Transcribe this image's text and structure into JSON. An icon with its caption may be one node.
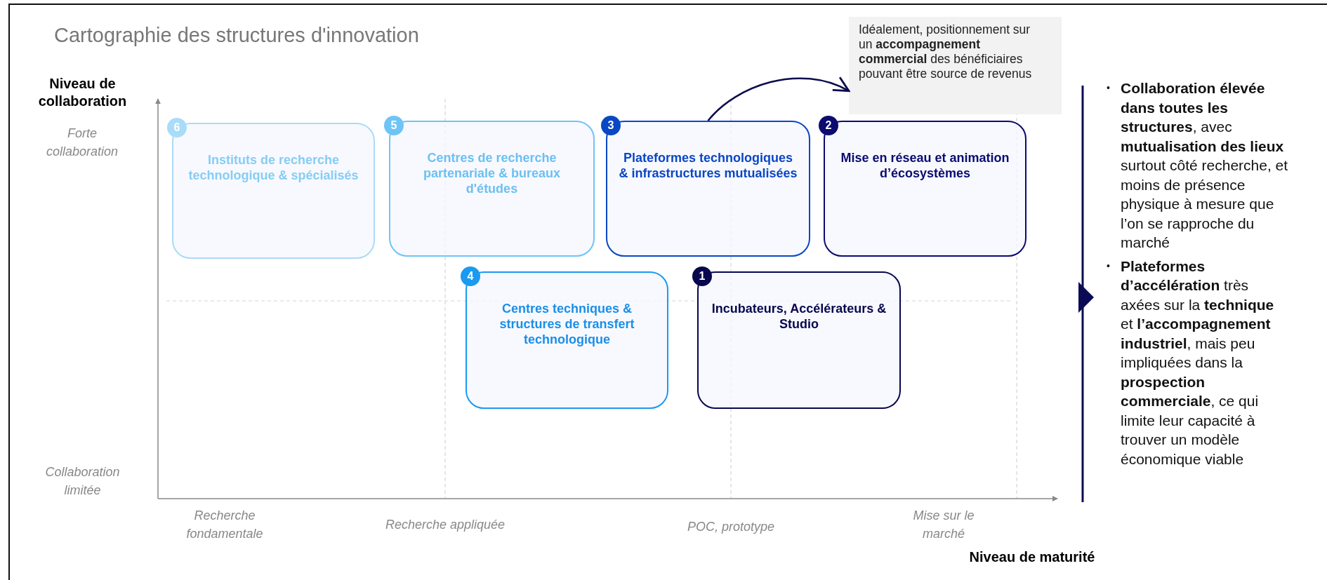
{
  "diagram": {
    "title": "Cartographie des structures d'innovation",
    "nodes": [
      {
        "text": [
          "Idéalement, positionnement sur un **accompagnement commercial** des bénéficiaires pouvant être source de revenus"
        ]
      },
      {
        "text": [
          "6",
          "Instituts de recherche technologique & spécialisés"
        ]
      },
      {
        "text": [
          "5",
          "Centres de recherche partenariale & bureaux d'études"
        ]
      },
      {
        "text": [
          "3",
          "Plateformes technologiques & infrastructures mutualisées"
        ]
      },
      {
        "text": [
          "2",
          "Mise en réseau et animation d’écosystèmes"
        ]
      },
      {
        "text": [
          "4",
          "Centres techniques & structures de transfert technologique"
        ]
      },
      {
        "text": [
          "1",
          "Incubateurs, Accélérateurs & Studio"
        ]
      }
    ],
    "edges": [
      {
        "from": 3,
        "to": 0,
        "arrow": "to"
      }
    ],
    "labels": [
      "Niveau de collaboration",
      "Forte collaboration",
      "Collaboration limitée",
      "Recherche fondamentale",
      "Recherche appliquée",
      "POC, prototype",
      "Mise sur le marché",
      "Niveau de maturité",
      "•",
      "**Collaboration élevée dans toutes les structures**, avec **mutualisation des lieux** surtout côté recherche, et moins de présence physique à mesure que l’on se rapproche du marché",
      "•",
      "**Plateformes d’accélération** très axées sur la **technique** et **l’accompagnement industriel**, mais peu impliquées dans la **prospection commerciale**, ce qui limite leur capacité à trouver un modèle économique viable"
    ]
  }
}
